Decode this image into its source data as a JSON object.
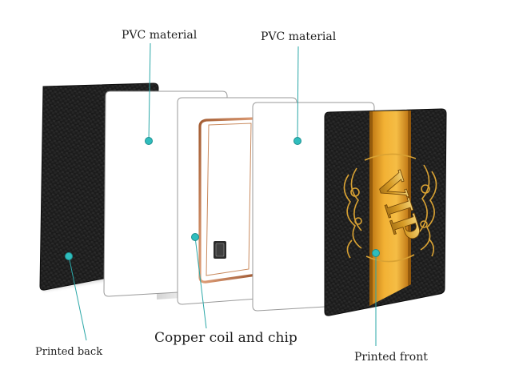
{
  "labels": {
    "pvc_material_left": "PVC material",
    "pvc_material_right": "PVC material",
    "printed_back": "Printed back",
    "printed_front": "Printed front",
    "copper_coil_and_chip": "Copper coil and chip"
  },
  "card_front": {
    "text": "VIP"
  },
  "colors": {
    "leader_line": "#2aa7a7",
    "dot": "#2fbdbd",
    "card_dark": "#1a1a1a",
    "gold_band": "#e39a17",
    "copper": "#c07a4a"
  },
  "icons": {
    "chip": "chip-icon"
  }
}
